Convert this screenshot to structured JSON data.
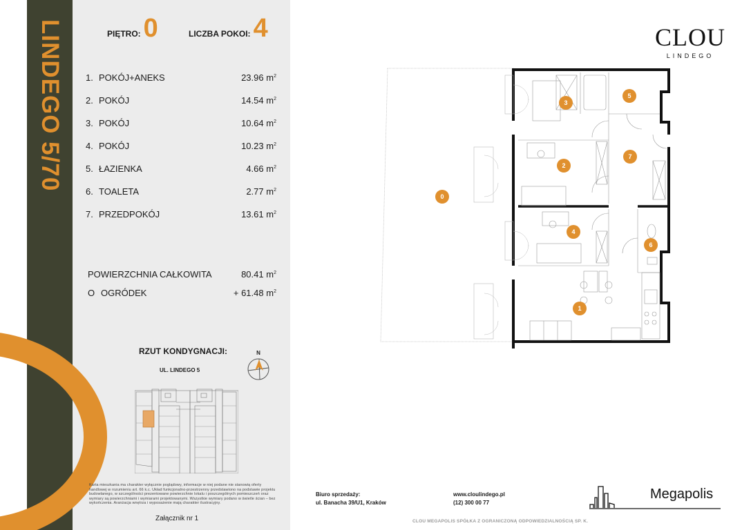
{
  "colors": {
    "accent": "#e0902e",
    "dark_strip": "#3f4230",
    "panel_bg": "#ececec",
    "text": "#1a1a1a",
    "muted": "#9a9a9a"
  },
  "sidebar": {
    "vertical_title": "LINDEGO 5/70"
  },
  "stats": {
    "floor_label": "PIĘTRO:",
    "floor_value": "0",
    "rooms_label": "LICZBA POKOI:",
    "rooms_value": "4"
  },
  "rooms": [
    {
      "num": "1.",
      "name": "POKÓJ+ANEKS",
      "area": "23.96",
      "unit": "m",
      "exp": "2"
    },
    {
      "num": "2.",
      "name": "POKÓJ",
      "area": "14.54",
      "unit": "m",
      "exp": "2"
    },
    {
      "num": "3.",
      "name": "POKÓJ",
      "area": "10.64",
      "unit": "m",
      "exp": "2"
    },
    {
      "num": "4.",
      "name": "POKÓJ",
      "area": "10.23",
      "unit": "m",
      "exp": "2"
    },
    {
      "num": "5.",
      "name": "ŁAZIENKA",
      "area": "4.66",
      "unit": "m",
      "exp": "2"
    },
    {
      "num": "6.",
      "name": "TOALETA",
      "area": "2.77",
      "unit": "m",
      "exp": "2"
    },
    {
      "num": "7.",
      "name": "PRZEDPOKÓJ",
      "area": "13.61",
      "unit": "m",
      "exp": "2"
    }
  ],
  "totals": {
    "total_label": "POWIERZCHNIA CAŁKOWITA",
    "total_value": "80.41",
    "garden_num": "O",
    "garden_label": "OGRÓDEK",
    "garden_value": "+ 61.48",
    "unit": "m",
    "exp": "2"
  },
  "site": {
    "title": "RZUT KONDYGNACJI:",
    "street": "UL. LINDEGO 5",
    "compass_label": "N"
  },
  "disclaimer": "Karta mieszkania ma charakter wyłącznie poglądowy, informacje w niej podane nie stanowią oferty handlowej w rozumieniu art. 66 k.c. Układ funkcjonalno-przestrzenny przedstawiono na podstawie projektu budowlanego, w szczególności prezentowane powierzchnie lokalu i poszczególnych pomieszczeń oraz wymiary są powierzchniami i wymiarami projektowanymi. Wszystkie wymiary podano w świetle ścian – bez wykończenia. Aranżacja wnętrza i wyposażenie mają charakter ilustracyjny.",
  "annex": "Załącznik nr 1",
  "logo": {
    "main": "CLOU",
    "sub": "LINDEGO"
  },
  "floorplan": {
    "markers": [
      "0",
      "1",
      "2",
      "3",
      "4",
      "5",
      "6",
      "7"
    ]
  },
  "footer": {
    "office_label": "Biuro sprzedaży:",
    "office_address": "ul. Banacha 39/U1, Kraków",
    "website": "www.cloulindego.pl",
    "phone": "(12) 300 00 77",
    "company": "CLOU MEGAPOLIS SPÓŁKA Z OGRANICZONĄ ODPOWIEDZIALNOŚCIĄ SP. K.",
    "brand": "Megapolis"
  }
}
